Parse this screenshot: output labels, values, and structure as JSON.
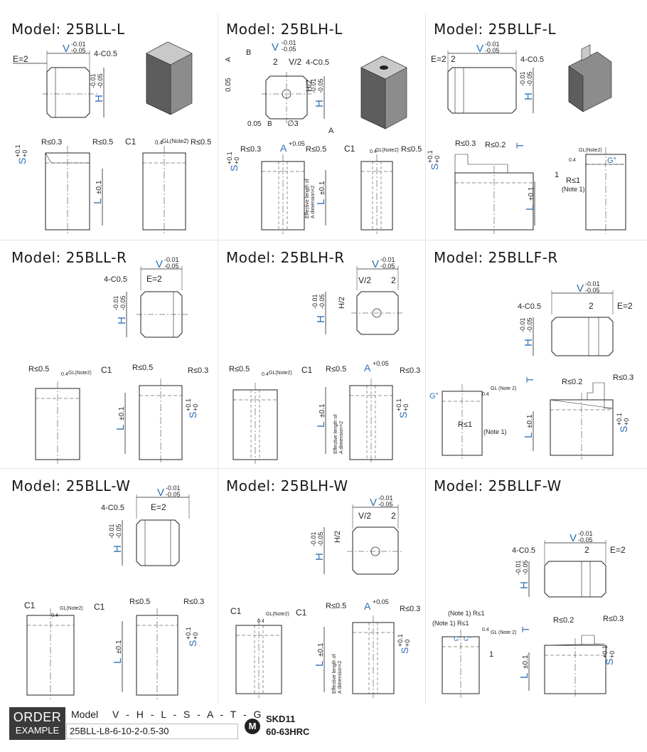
{
  "panels": [
    {
      "id": "25bll-l",
      "title": "Model: 25BLL-L"
    },
    {
      "id": "25blh-l",
      "title": "Model: 25BLH-L"
    },
    {
      "id": "25bllf-l",
      "title": "Model: 25BLLF-L"
    },
    {
      "id": "25bll-r",
      "title": "Model: 25BLL-R"
    },
    {
      "id": "25blh-r",
      "title": "Model: 25BLH-R"
    },
    {
      "id": "25bllf-r",
      "title": "Model: 25BLLF-R"
    },
    {
      "id": "25bll-w",
      "title": "Model: 25BLL-W"
    },
    {
      "id": "25blh-w",
      "title": "Model: 25BLH-W"
    },
    {
      "id": "25bllf-w",
      "title": "Model: 25BLLF-W"
    }
  ],
  "dims": {
    "V": "V",
    "H": "H",
    "L": "L",
    "S": "S",
    "A": "A",
    "T": "T",
    "G": "G°",
    "tol_minus": "-0.01",
    "tol_minus2": "-0.05",
    "tol_plus01": "+0.1",
    "tol_plus0": "+0",
    "tol_plus005": "+0.05",
    "pm01": "±0.1",
    "E2": "E=2",
    "two": "2",
    "one": "1",
    "V2": "V/2",
    "H2": "H/2",
    "c05": "4-C0.5",
    "c1": "C1",
    "r03": "R≤0.3",
    "r05": "R≤0.5",
    "r02": "R≤0.2",
    "r1": "R≤1",
    "note1": "(Note 1)",
    "note1r1": "(Note 1) R≤1",
    "gl": "GL(Note2)",
    "gl2": "GL (Note 2)",
    "zero4": "0.4",
    "eff1": "Effective length of",
    "eff2": "A dimension×2",
    "datumA": "A",
    "datumB": "B",
    "flat": "0.05",
    "dia3": "∅3"
  },
  "order": {
    "label_line1": "ORDER",
    "label_line2": "EXAMPLE",
    "model_label": "Model",
    "format": "V - H - L - S - A - T - G",
    "example": "25BLL-L8-6-10-2-0.5-30"
  },
  "material": {
    "icon": "M",
    "name": "SKD11",
    "hardness": "60-63HRC"
  },
  "colors": {
    "dim_blue": "#2f6fb3",
    "line": "#222222",
    "grid": "#e3e3e3"
  }
}
